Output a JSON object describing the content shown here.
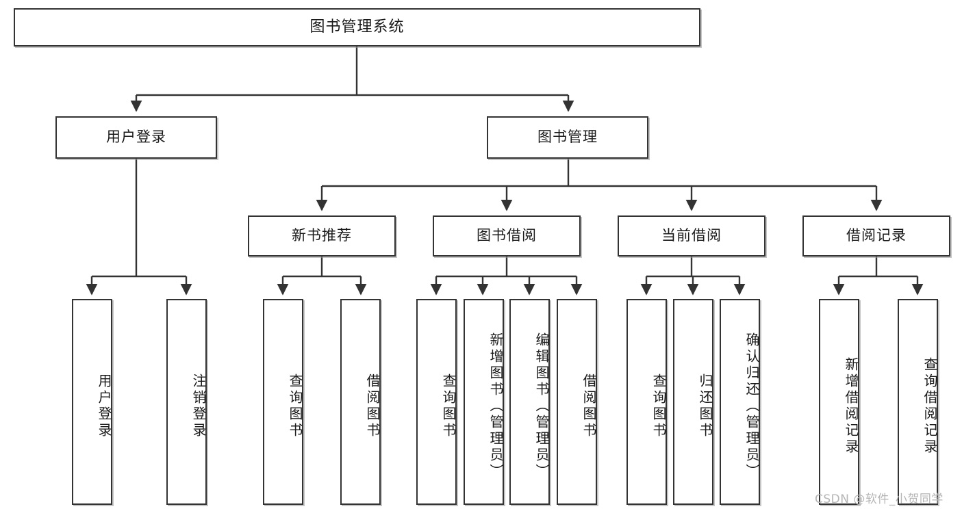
{
  "diagram": {
    "title": "图书管理系统",
    "type": "functional-structure-tree",
    "stroke_color": "#333333",
    "background_color": "#ffffff",
    "watermark": "CSDN @软件_小贺同学"
  },
  "nodes": {
    "root": {
      "label": "图书管理系统"
    },
    "level2": [
      {
        "label": "用户登录"
      },
      {
        "label": "图书管理"
      }
    ],
    "level3": [
      {
        "label": "新书推荐"
      },
      {
        "label": "图书借阅"
      },
      {
        "label": "当前借阅"
      },
      {
        "label": "借阅记录"
      }
    ],
    "leaves_user_login": [
      {
        "label": "用户登录"
      },
      {
        "label": "注销登录"
      }
    ],
    "leaves_new_book": [
      {
        "label": "查询图书"
      },
      {
        "label": "借阅图书"
      }
    ],
    "leaves_borrow": [
      {
        "label": "查询图书"
      },
      {
        "label": "新增图书（管理员）"
      },
      {
        "label": "编辑图书（管理员）"
      },
      {
        "label": "借阅图书"
      }
    ],
    "leaves_current": [
      {
        "label": "查询图书"
      },
      {
        "label": "归还图书"
      },
      {
        "label": "确认归还（管理员）"
      }
    ],
    "leaves_records": [
      {
        "label": "新增借阅记录"
      },
      {
        "label": "查询借阅记录"
      }
    ]
  }
}
